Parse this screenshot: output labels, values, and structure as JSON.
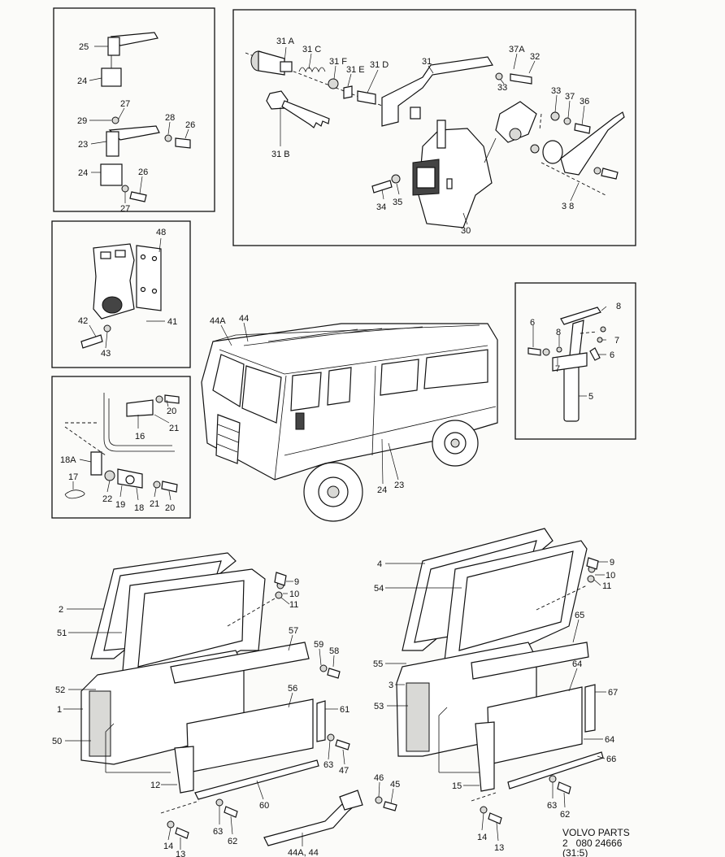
{
  "panels": {
    "hinge_detail": {
      "callouts": [
        "25",
        "24",
        "29",
        "27",
        "28",
        "26",
        "23",
        "24",
        "26",
        "27"
      ]
    },
    "door_lock_detail": {
      "callouts": [
        "31 A",
        "31 C",
        "31 F",
        "31 E",
        "31 D",
        "31",
        "37A",
        "32",
        "33",
        "33",
        "37",
        "36",
        "31 B",
        "34",
        "35",
        "30",
        "3 8"
      ]
    },
    "striker_detail": {
      "callouts": [
        "48",
        "42",
        "43",
        "41"
      ]
    },
    "check_strap_detail": {
      "callouts": [
        "20",
        "21",
        "16",
        "18A",
        "17",
        "22",
        "19",
        "18",
        "21",
        "20"
      ]
    },
    "rod_detail": {
      "callouts": [
        "6",
        "8",
        "8",
        "7",
        "7",
        "6",
        "5"
      ]
    }
  },
  "vehicle_callouts": [
    "44A",
    "44",
    "24",
    "23"
  ],
  "left_door_callouts": [
    "2",
    "51",
    "52",
    "1",
    "50",
    "9",
    "10",
    "11",
    "57",
    "59",
    "58",
    "56",
    "61",
    "63",
    "47",
    "12",
    "60",
    "63",
    "62",
    "14",
    "13"
  ],
  "right_door_callouts": [
    "4",
    "54",
    "55",
    "3",
    "53",
    "9",
    "10",
    "11",
    "65",
    "64",
    "67",
    "64",
    "66",
    "15",
    "63",
    "62",
    "14",
    "13"
  ],
  "handle_callouts": [
    "46",
    "45",
    "44A, 44"
  ],
  "footer": {
    "brand": "VOLVO PARTS",
    "ref_line": "2   080 24666",
    "section": "(31:5)"
  }
}
